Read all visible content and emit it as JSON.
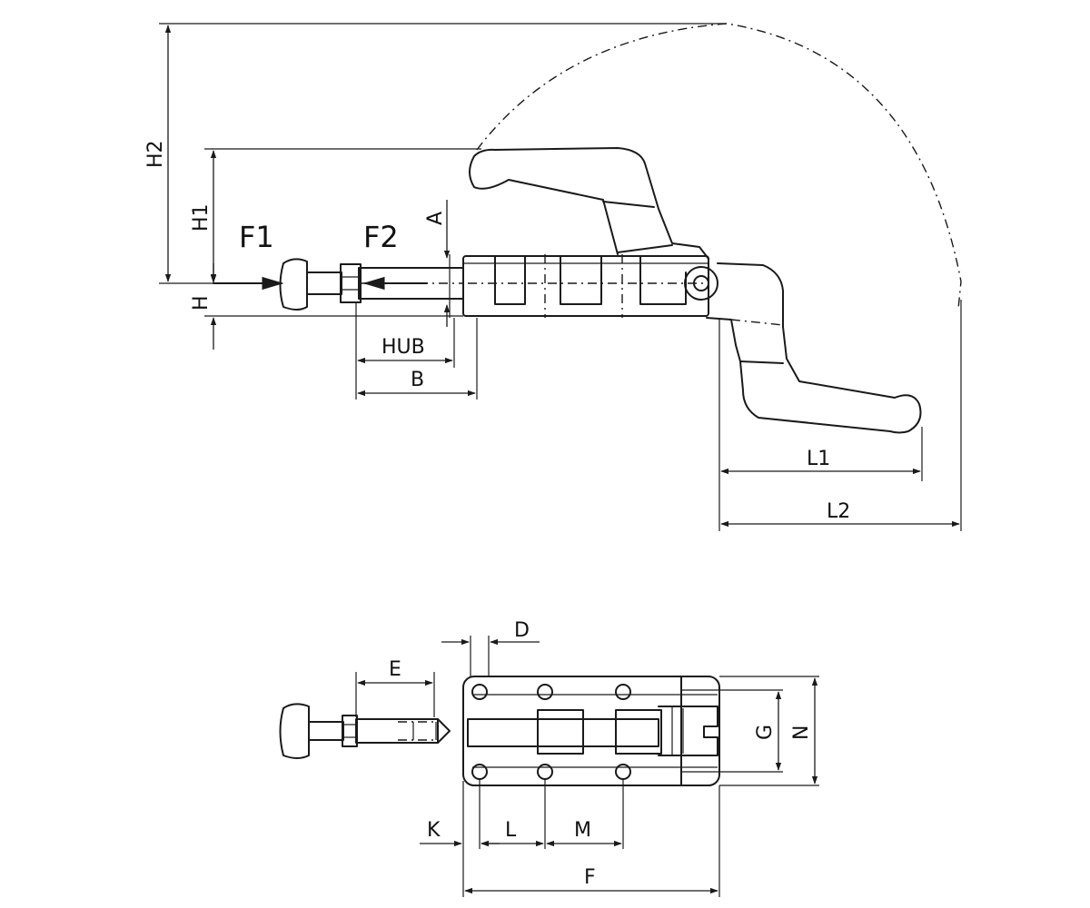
{
  "labels": {
    "h2": "H2",
    "h1": "H1",
    "h": "H",
    "f1": "F1",
    "f2": "F2",
    "a": "A",
    "hub": "HUB",
    "b": "B",
    "l1": "L1",
    "l2": "L2",
    "d": "D",
    "e": "E",
    "g": "G",
    "n": "N",
    "k": "K",
    "l": "L",
    "m": "M",
    "f": "F"
  }
}
